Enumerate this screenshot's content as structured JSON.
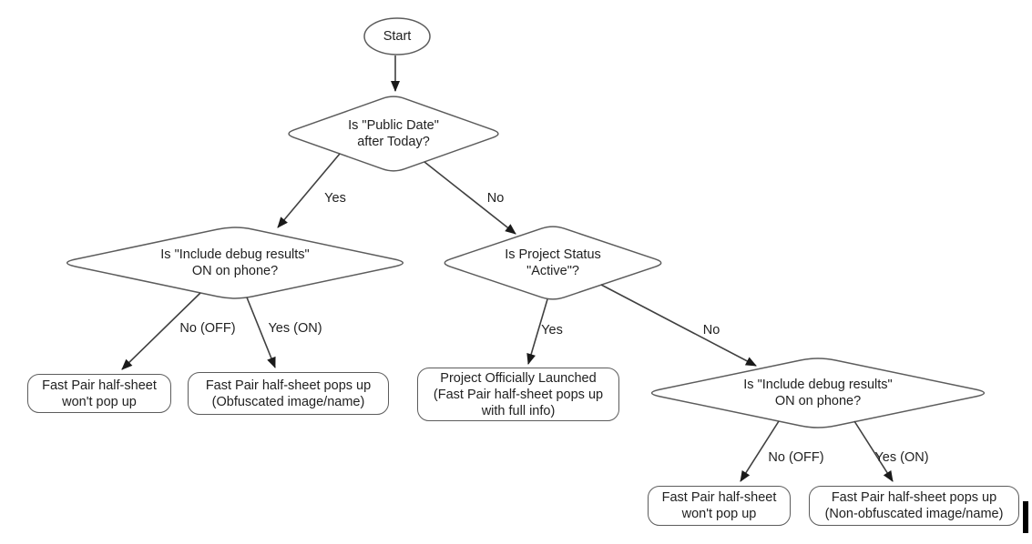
{
  "flowchart": {
    "nodes": {
      "start": {
        "label": "Start"
      },
      "public_date": {
        "label": "Is \"Public Date\"\nafter Today?"
      },
      "debug_left": {
        "label": "Is \"Include debug results\"\nON on phone?"
      },
      "project_status": {
        "label": "Is Project Status\n\"Active\"?"
      },
      "debug_right": {
        "label": "Is \"Include debug results\"\nON on phone?"
      },
      "no_popup_left": {
        "label": "Fast Pair half-sheet\nwon't pop up"
      },
      "obfuscated": {
        "label": "Fast Pair half-sheet pops up\n(Obfuscated image/name)"
      },
      "launched": {
        "label": "Project Officially Launched\n(Fast Pair half-sheet pops up\nwith full info)"
      },
      "no_popup_right": {
        "label": "Fast Pair half-sheet\nwon't pop up"
      },
      "non_obfuscated": {
        "label": "Fast Pair half-sheet pops up\n(Non-obfuscated image/name)"
      }
    },
    "edge_labels": {
      "public_date_yes": "Yes",
      "public_date_no": "No",
      "debug_left_no": "No (OFF)",
      "debug_left_yes": "Yes (ON)",
      "project_status_yes": "Yes",
      "project_status_no": "No",
      "debug_right_no": "No (OFF)",
      "debug_right_yes": "Yes (ON)"
    },
    "colors": {
      "background": "#ffffff",
      "shape_outline": "#5c5c5c",
      "connector": "#404040",
      "arrowhead": "#1a1a1a",
      "text": "#212121",
      "caret": "#000000"
    }
  }
}
